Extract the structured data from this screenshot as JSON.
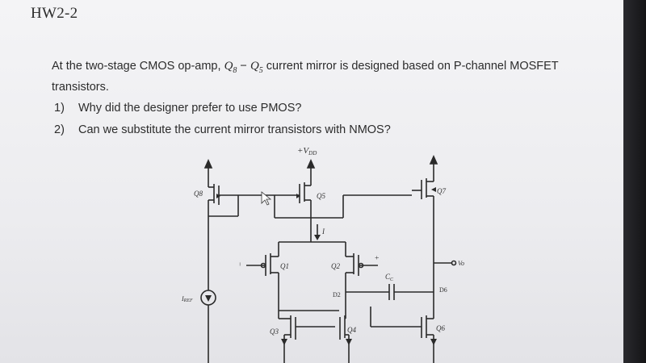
{
  "header": {
    "title": "HW2-2"
  },
  "problem": {
    "intro_before": "At the two-stage CMOS op-amp, ",
    "transistor_a": "Q",
    "transistor_a_sub": "8",
    "dash": " − ",
    "transistor_b": "Q",
    "transistor_b_sub": "5",
    "intro_after": " current mirror is designed based on P-channel MOSFET transistors.",
    "questions": [
      {
        "number": "1)",
        "text": "Why did the designer prefer to use PMOS?"
      },
      {
        "number": "2)",
        "text": "Can we substitute the current mirror transistors with NMOS?"
      }
    ]
  },
  "circuit": {
    "supply_label": "+V",
    "supply_sub": "DD",
    "labels": {
      "q8": "Q8",
      "q5": "Q5",
      "q7": "Q7",
      "q1": "Q1",
      "q2": "Q2",
      "q3": "Q3",
      "q4": "Q4",
      "q6": "Q6",
      "current": "I",
      "iref": "I",
      "iref_sub": "REF",
      "cc": "C",
      "cc_sub": "C",
      "d2": "D2",
      "d6": "D6",
      "vo": "Vo",
      "minus": "−",
      "plus": "+"
    }
  }
}
